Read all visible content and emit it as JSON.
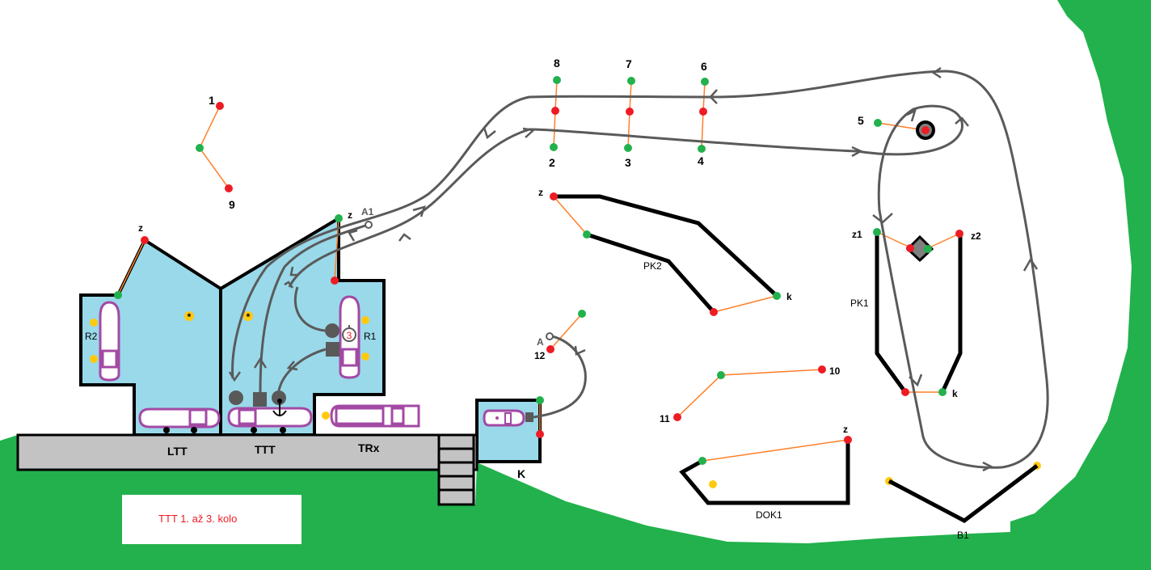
{
  "title_note": "TTT 1. až 3. kolo",
  "colors": {
    "grass": "#22b14c",
    "water": "#99d9ea",
    "pier": "#c3c3c3",
    "boat_outline": "#a349a4",
    "buoy_green": "#22b14c",
    "buoy_red": "#ed1c24",
    "buoy_yellow": "#ffc90e",
    "link_line": "#ff7f27",
    "route": "#5a5a5a",
    "note_text": "#ed1c24"
  },
  "pier_labels": {
    "ltt": "LTT",
    "ttt": "TTT",
    "trx": "TRx",
    "k": "K"
  },
  "berth_labels": {
    "r1": "R1",
    "r2": "R2",
    "r1_count": "3"
  },
  "start_labels": {
    "a1": "A1",
    "a": "A"
  },
  "zone_marker": "*",
  "gate_labels": {
    "g1": "1",
    "g9": "9",
    "g2": "2",
    "g3": "3",
    "g4": "4",
    "g5": "5",
    "g6": "6",
    "g7": "7",
    "g8": "8",
    "g10": "10",
    "g11": "11",
    "g12": "12"
  },
  "course_labels": {
    "pk1": "PK1",
    "pk2": "PK2",
    "dok1": "DOK1",
    "b1": "B1",
    "z": "z",
    "k": "k",
    "z1": "z1",
    "z2": "z2"
  }
}
